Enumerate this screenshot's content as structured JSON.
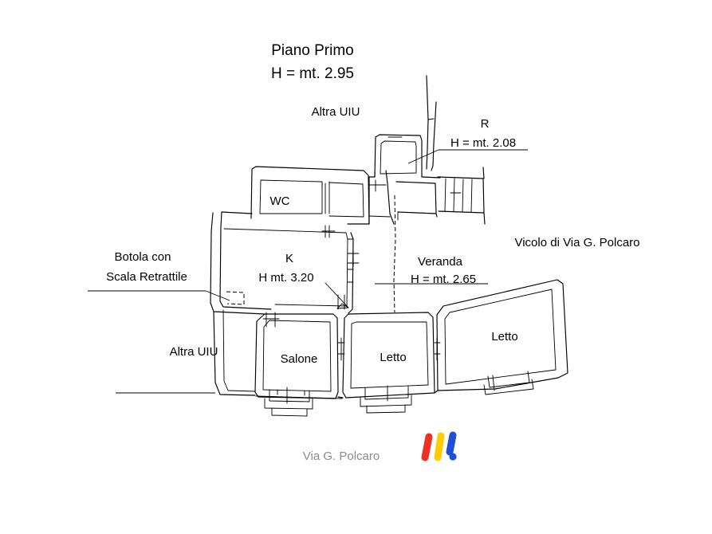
{
  "document": {
    "type": "floor-plan",
    "title": "Piano Primo",
    "title_height": "H = mt. 2.95"
  },
  "labels": {
    "title_line1": "Piano Primo",
    "title_line2": "H = mt. 2.95",
    "altra_uiu_top": "Altra UIU",
    "altra_uiu_left": "Altra UIU",
    "r_label": "R",
    "r_height": "H = mt. 2.08",
    "vicolo": "Vicolo di Via G. Polcaro",
    "veranda": "Veranda",
    "veranda_height": "H = mt. 2.65",
    "botola_line1": "Botola con",
    "botola_line2": "Scala Retrattile",
    "via_polcaro": "Via G. Polcaro"
  },
  "rooms": [
    {
      "name": "WC",
      "label": "WC",
      "height": null
    },
    {
      "name": "kitchen",
      "label": "K",
      "height": "H mt. 3.20"
    },
    {
      "name": "salone",
      "label": "Salone",
      "height": null
    },
    {
      "name": "letto-1",
      "label": "Letto",
      "height": null
    },
    {
      "name": "letto-2",
      "label": "Letto",
      "height": null
    },
    {
      "name": "veranda",
      "label": "Veranda",
      "height": "H = mt. 2.65"
    },
    {
      "name": "ripostiglio",
      "label": "R",
      "height": "H = mt. 2.08"
    }
  ],
  "logo": {
    "name": "watermark-logo",
    "colors": [
      "#EE3124",
      "#FFCC00",
      "#1F4FD8"
    ],
    "dot_color": "#1F4FD8"
  },
  "colors": {
    "ink": "#000000",
    "paper": "#ffffff",
    "faded_text": "#8d8d8d"
  }
}
